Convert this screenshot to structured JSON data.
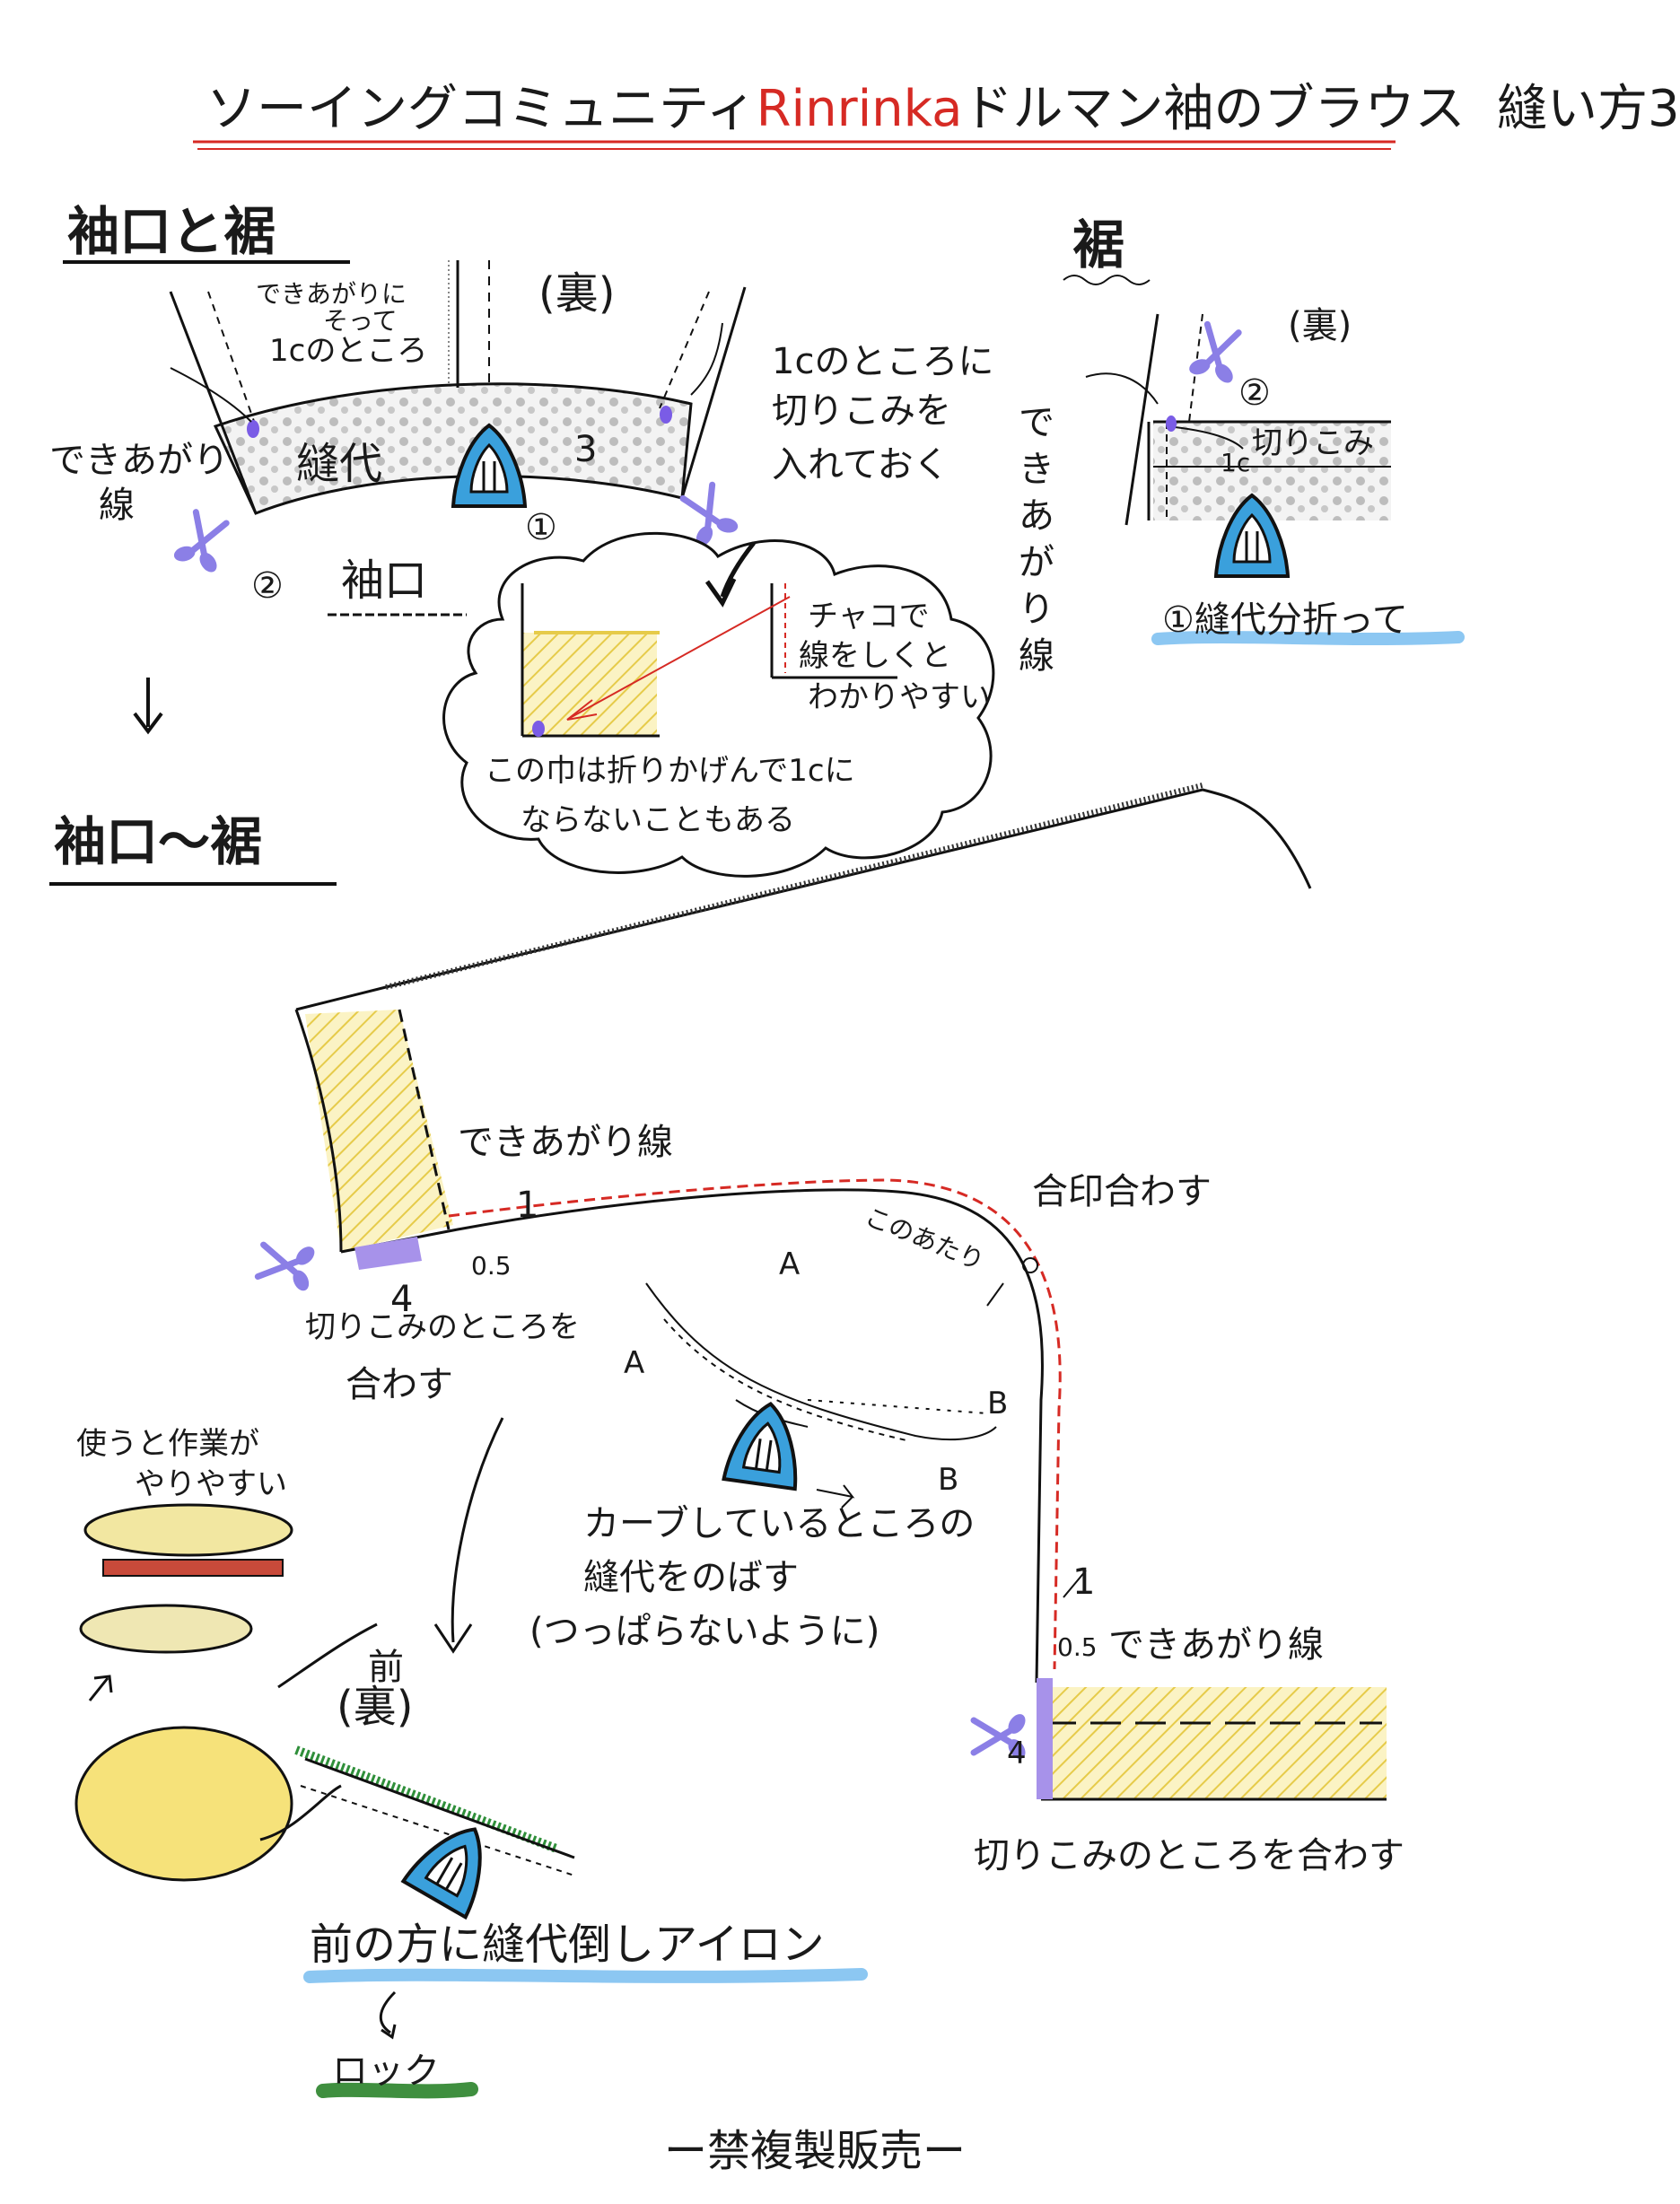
{
  "header": {
    "title_pre": "ソーイングコミュニティ",
    "brand": "Rinrinka",
    "title_post": "ドルマン袖のブラウス",
    "part": "縫い方3",
    "brand_color": "#d62a24"
  },
  "section1": {
    "heading": "袖口と裾",
    "ura": "(裏)",
    "note_top": [
      "できあがりに",
      "そって",
      "1cのところ"
    ],
    "dekiagari": [
      "できあがり",
      "線"
    ],
    "nuishiro": "縫代",
    "step1": "①",
    "step2": "②",
    "num3": "3",
    "sodeguchi": "袖口",
    "cut_note": [
      "1cのところに",
      "切りこみを",
      "入れておく"
    ],
    "chako_note": [
      "チャコで",
      "線をしくと",
      "わかりやすい"
    ],
    "cloud_note": [
      "この巾は折りかげんで1cに",
      "ならないこともある"
    ]
  },
  "section_hem": {
    "heading": "裾",
    "ura": "(裏)",
    "kirikomi": "切りこみ",
    "one_c": "1c",
    "step2": "②",
    "vertical": "できあがり線",
    "step_note": "①縫代分折って"
  },
  "section2": {
    "heading": "袖口〜裾",
    "dekiagari": "できあがり線",
    "num_1": "1",
    "num_05": "0.5",
    "num_4": "4",
    "kirikomi_match": [
      "切りこみのところを",
      "合わす"
    ],
    "aijirushi": "合印合わす",
    "konoatari": "このあたり",
    "label_a": "A",
    "label_b": "B",
    "curve_note": [
      "カーブしているところの",
      "縫代をのばす",
      "(つっぱらないように)"
    ],
    "right_05": "0.5",
    "right_dekiagari": "できあがり線",
    "right_kirikomi": "切りこみのところを合わす"
  },
  "tools": {
    "note": [
      "使うと作業が",
      "やりやすい"
    ]
  },
  "press": {
    "mae": "前",
    "ura": "(裏)",
    "instruction": "前の方に縫代倒しアイロン",
    "lock": "ロック"
  },
  "footer": {
    "notice": "ー禁複製販売ー"
  },
  "icons": [
    "iron-icon",
    "scissors-icon",
    "arrow-down-icon"
  ]
}
